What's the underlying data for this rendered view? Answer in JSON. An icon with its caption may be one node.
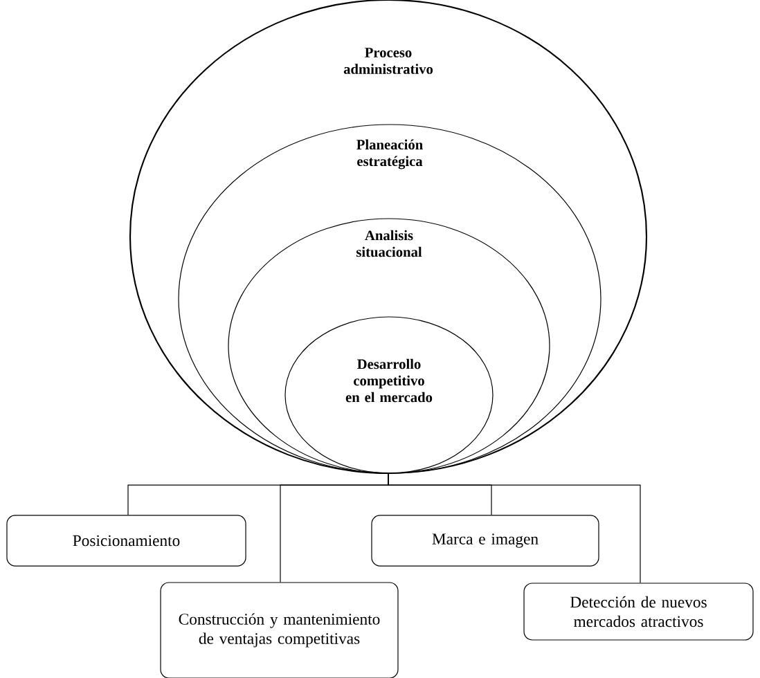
{
  "diagram": {
    "nodes": [
      {
        "text": [
          "Proceso administrativo"
        ]
      },
      {
        "text": [
          "Planeación estratégica"
        ],
        "in": 0
      },
      {
        "text": [
          "Analisis situacional"
        ],
        "in": 1
      },
      {
        "text": [
          "Desarrollo competitivo en el mercado"
        ],
        "in": 2
      },
      {
        "text": [
          "Posicionamiento"
        ]
      },
      {
        "text": [
          "Construcción y mantenimiento de ventajas competitivas"
        ]
      },
      {
        "text": [
          "Marca e imagen"
        ]
      },
      {
        "text": [
          "Detección de nuevos mercados atractivos"
        ]
      }
    ],
    "edges": [
      {
        "from": 0,
        "to": 4,
        "arrow": "none"
      },
      {
        "from": 0,
        "to": 5,
        "arrow": "none"
      },
      {
        "from": 0,
        "to": 6,
        "arrow": "none"
      },
      {
        "from": 0,
        "to": 7,
        "arrow": "none"
      }
    ]
  }
}
